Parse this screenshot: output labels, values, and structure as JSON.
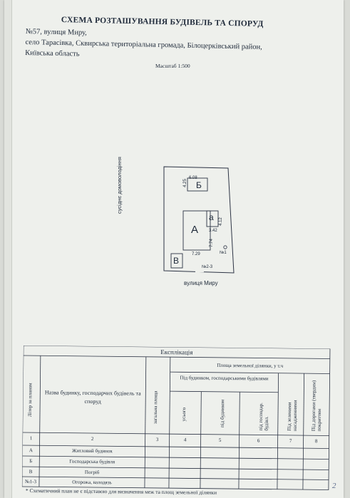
{
  "document": {
    "title": "СХЕМА РОЗТАШУВАННЯ БУДІВЕЛЬ ТА СПОРУД",
    "address_lines": [
      "№57, вулиця Миру,",
      "село Тарасівка, Сквирська територіальна громада, Білоцерківський район,",
      "Київська область"
    ],
    "scale": "Масштаб 1:500"
  },
  "plan": {
    "neighbour_label": "сусіднє домоволодіння",
    "street_label": "вулиця Миру",
    "building_labels": {
      "A": "А",
      "a": "а",
      "B": "Б",
      "V": "В"
    },
    "dimensions": {
      "b_width": "6.08",
      "b_side": "4.25",
      "a_side": "4.12",
      "a_width": "3.42",
      "A_height": "7.74",
      "A_width": "7.29"
    },
    "markers": {
      "well": "№1",
      "fence": "№2-3"
    }
  },
  "table": {
    "caption": "Експлікація",
    "headers": {
      "letter": "Літер за планом",
      "name": "Назва будинку, господарчих будівель та споруд",
      "total": "загальна площа",
      "land_area": "Площа земельної ділянки, у т.ч",
      "under_buildings": "Під будинком, господарськими будівлями",
      "total_sub": "усього",
      "under_house": "під будинком",
      "under_farm": "під господар. будівл.",
      "green": "Під зеленими насадженнями",
      "roads": "Під дорогами (твердим) покриттям"
    },
    "column_numbers": [
      "1",
      "2",
      "3",
      "4",
      "5",
      "6",
      "7",
      "8"
    ],
    "rows": [
      {
        "letter": "А",
        "name": "Житловий будинок"
      },
      {
        "letter": "Б",
        "name": "Господарська будівля"
      },
      {
        "letter": "В",
        "name": "Погріб"
      },
      {
        "letter": "№1-3",
        "name": "Огорожа, колодязь"
      }
    ]
  },
  "footnote": "* Схематичний план не є підставою для визначення меж та площ земельної ділянки",
  "page_mark": "2"
}
